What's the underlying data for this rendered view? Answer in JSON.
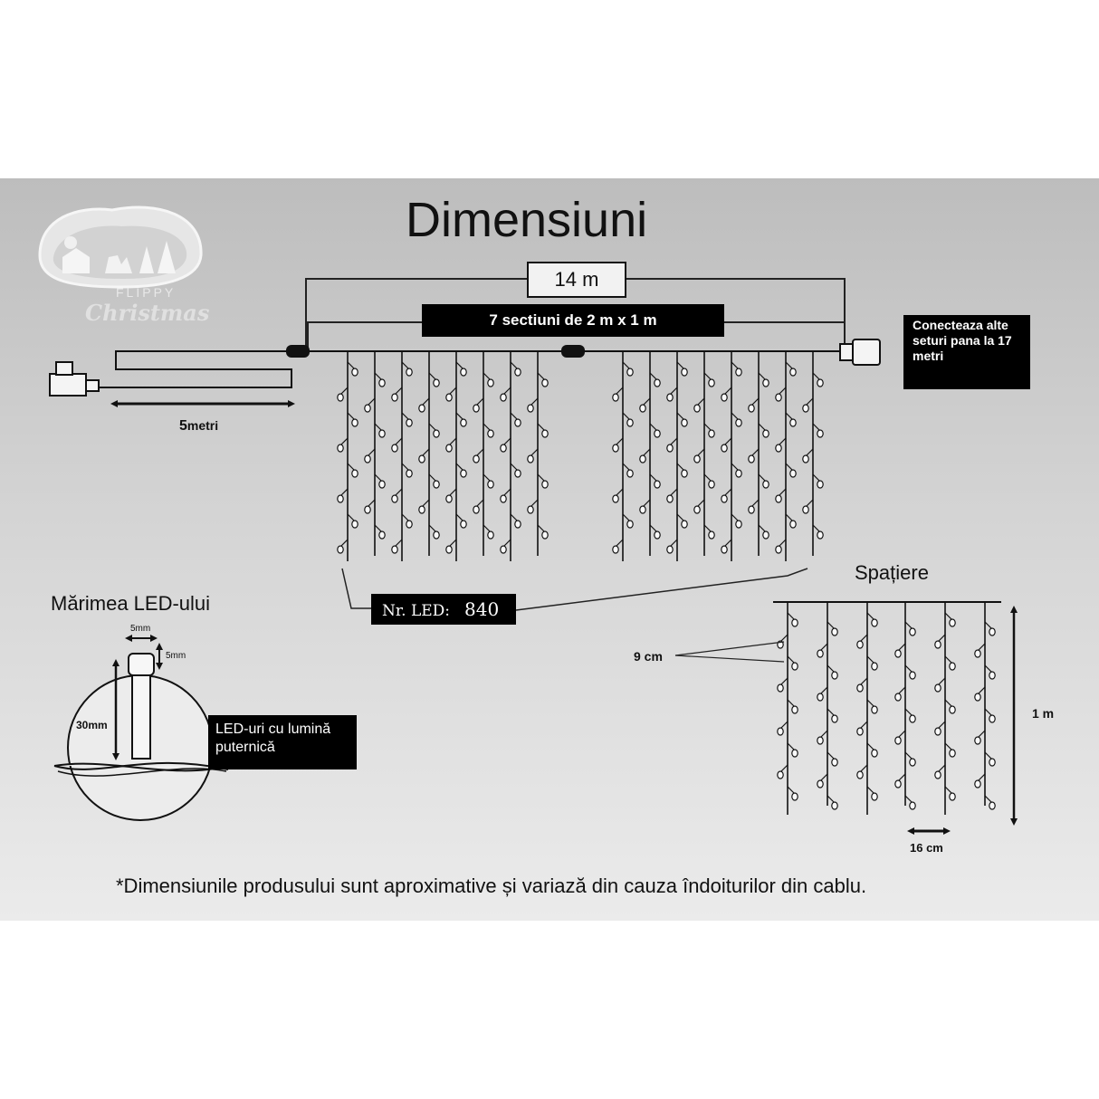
{
  "title": "Dimensiuni",
  "logo": {
    "line1": "FLIPPY",
    "line2": "Christmas"
  },
  "total_length": "14 m",
  "sections": "7 sectiuni de 2 m x 1 m",
  "connect_note": "Conecteaza alte seturi pana la 17 metri",
  "lead_cable": {
    "value": "5",
    "unit": "metri"
  },
  "led_count": {
    "label": "Nr. LED:",
    "value": "840"
  },
  "spacing": {
    "title": "Spațiere",
    "vertical_gap": "9 cm",
    "height": "1 m",
    "horizontal_gap": "16 cm"
  },
  "led_size": {
    "title": "Mărimea LED-ului",
    "width": "5mm",
    "depth": "5mm",
    "height": "30mm",
    "highlight": "LED-uri cu lumină puternică"
  },
  "footnote": "*Dimensiunile produsului sunt aproximative și variază din cauza îndoiturilor din cablu.",
  "colors": {
    "panel_top": "#bdbdbd",
    "panel_bottom": "#ebebeb",
    "ink": "#111111",
    "box": "#000000"
  }
}
